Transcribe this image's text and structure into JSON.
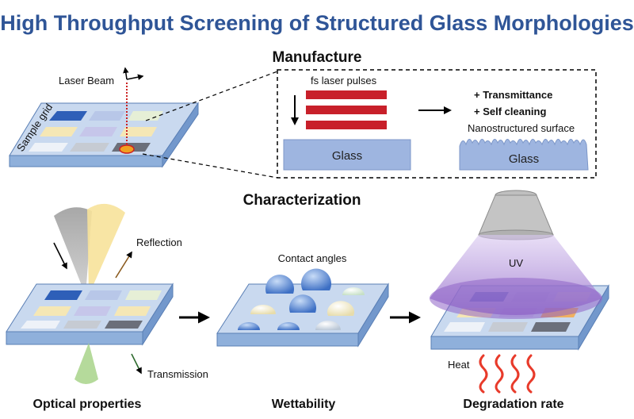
{
  "title": "High Throughput Screening of Structured Glass Morphologies",
  "manufacture": {
    "heading": "Manufacture",
    "laser_beam": "Laser Beam",
    "sample_grid": "Sample grid",
    "fs_pulses": "fs laser pulses",
    "glass": "Glass",
    "transmittance": "+ Transmittance",
    "self_cleaning": "+ Self cleaning",
    "nanostructured": "Nanostructured surface",
    "glass_structured": "Glass"
  },
  "characterization": {
    "heading": "Characterization",
    "reflection": "Reflection",
    "transmission": "Transmission",
    "contact_angles": "Contact angles",
    "uv": "UV",
    "heat": "Heat",
    "optical": "Optical properties",
    "wettability": "Wettability",
    "degradation": "Degradation rate"
  },
  "colors": {
    "title": "#2f5597",
    "plate_top": "#c9d9ef",
    "plate_side": "#8fb0db",
    "laser": "#cc2222",
    "uv": "#8e63c7",
    "heat": "#e83a2a"
  }
}
